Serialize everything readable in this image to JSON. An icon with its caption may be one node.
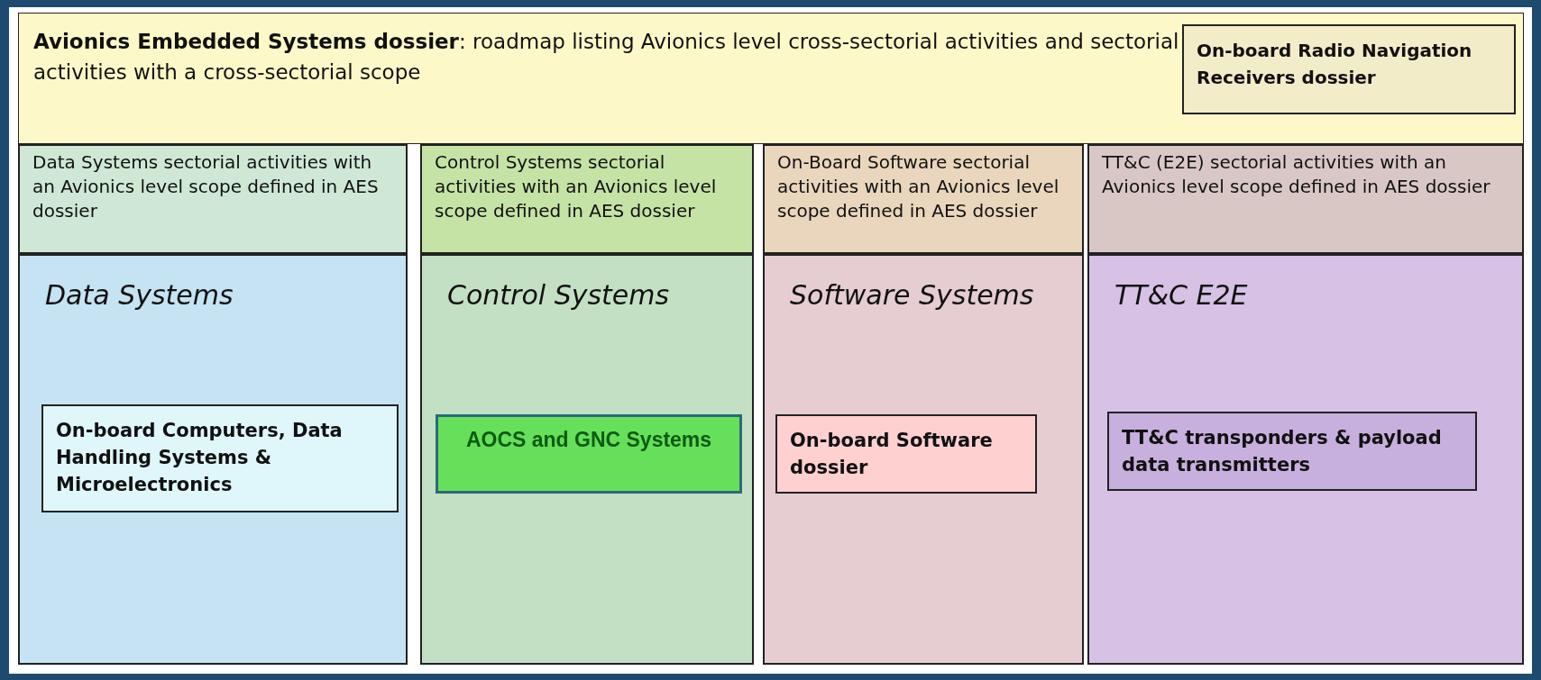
{
  "diagram": {
    "nodes": [
      {
        "text": [
          "**Avionics Embedded Systems dossier**: roadmap listing Avionics level cross-sectorial activities and sectorial activities with a cross-sectorial scope"
        ]
      },
      {
        "text": [
          "On-board Radio Navigation Receivers dossier"
        ],
        "in": 0
      },
      {
        "text": [
          "Data Systems sectorial activities with an Avionics level scope defined in AES dossier"
        ]
      },
      {
        "text": [
          "Control Systems sectorial activities with an Avionics level scope defined in AES dossier"
        ]
      },
      {
        "text": [
          "On-Board Software sectorial activities with an Avionics level scope defined in AES dossier"
        ]
      },
      {
        "text": [
          "TT&C (E2E) sectorial activities with an Avionics level scope defined in AES dossier"
        ]
      },
      {
        "text": [
          "Data Systems"
        ]
      },
      {
        "text": [
          "On-board Computers, Data Handling Systems & Microelectronics"
        ],
        "in": 6
      },
      {
        "text": [
          "Control Systems"
        ]
      },
      {
        "text": [
          "AOCS and GNC Systems"
        ],
        "in": 8
      },
      {
        "text": [
          "Software Systems"
        ]
      },
      {
        "text": [
          "On-board Software dossier"
        ],
        "in": 10
      },
      {
        "text": [
          "TT&C E2E"
        ]
      },
      {
        "text": [
          "TT&C transponders & payload data transmitters"
        ],
        "in": 12
      }
    ]
  }
}
